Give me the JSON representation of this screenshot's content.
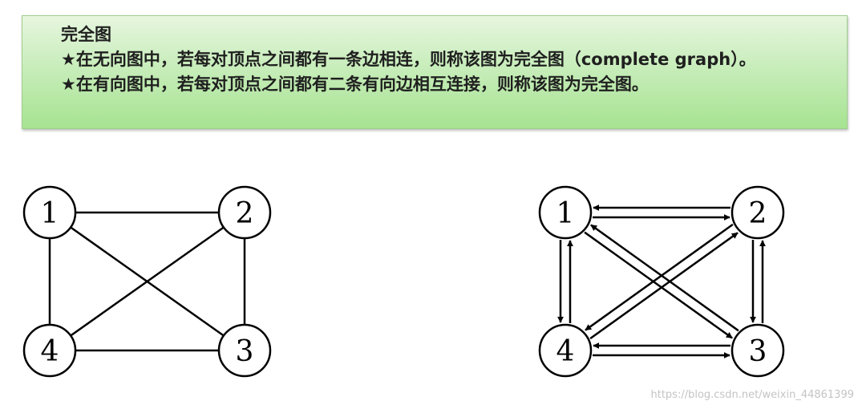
{
  "note": {
    "title": "完全图",
    "line1": "★在无向图中，若每对顶点之间都有一条边相连，则称该图为完全图（complete graph）。",
    "line2": "★在有向图中，若每对顶点之间都有二条有向边相互连接，则称该图为完全图。"
  },
  "graphs": {
    "undirected": {
      "nodes": [
        "1",
        "2",
        "3",
        "4"
      ],
      "edges": [
        [
          "1",
          "2"
        ],
        [
          "1",
          "3"
        ],
        [
          "1",
          "4"
        ],
        [
          "2",
          "3"
        ],
        [
          "2",
          "4"
        ],
        [
          "3",
          "4"
        ]
      ]
    },
    "directed": {
      "nodes": [
        "1",
        "2",
        "3",
        "4"
      ],
      "edges": [
        [
          "1",
          "2"
        ],
        [
          "2",
          "1"
        ],
        [
          "1",
          "3"
        ],
        [
          "3",
          "1"
        ],
        [
          "1",
          "4"
        ],
        [
          "4",
          "1"
        ],
        [
          "2",
          "3"
        ],
        [
          "3",
          "2"
        ],
        [
          "2",
          "4"
        ],
        [
          "4",
          "2"
        ],
        [
          "3",
          "4"
        ],
        [
          "4",
          "3"
        ]
      ]
    }
  },
  "watermark": "https://blog.csdn.net/weixin_44861399"
}
